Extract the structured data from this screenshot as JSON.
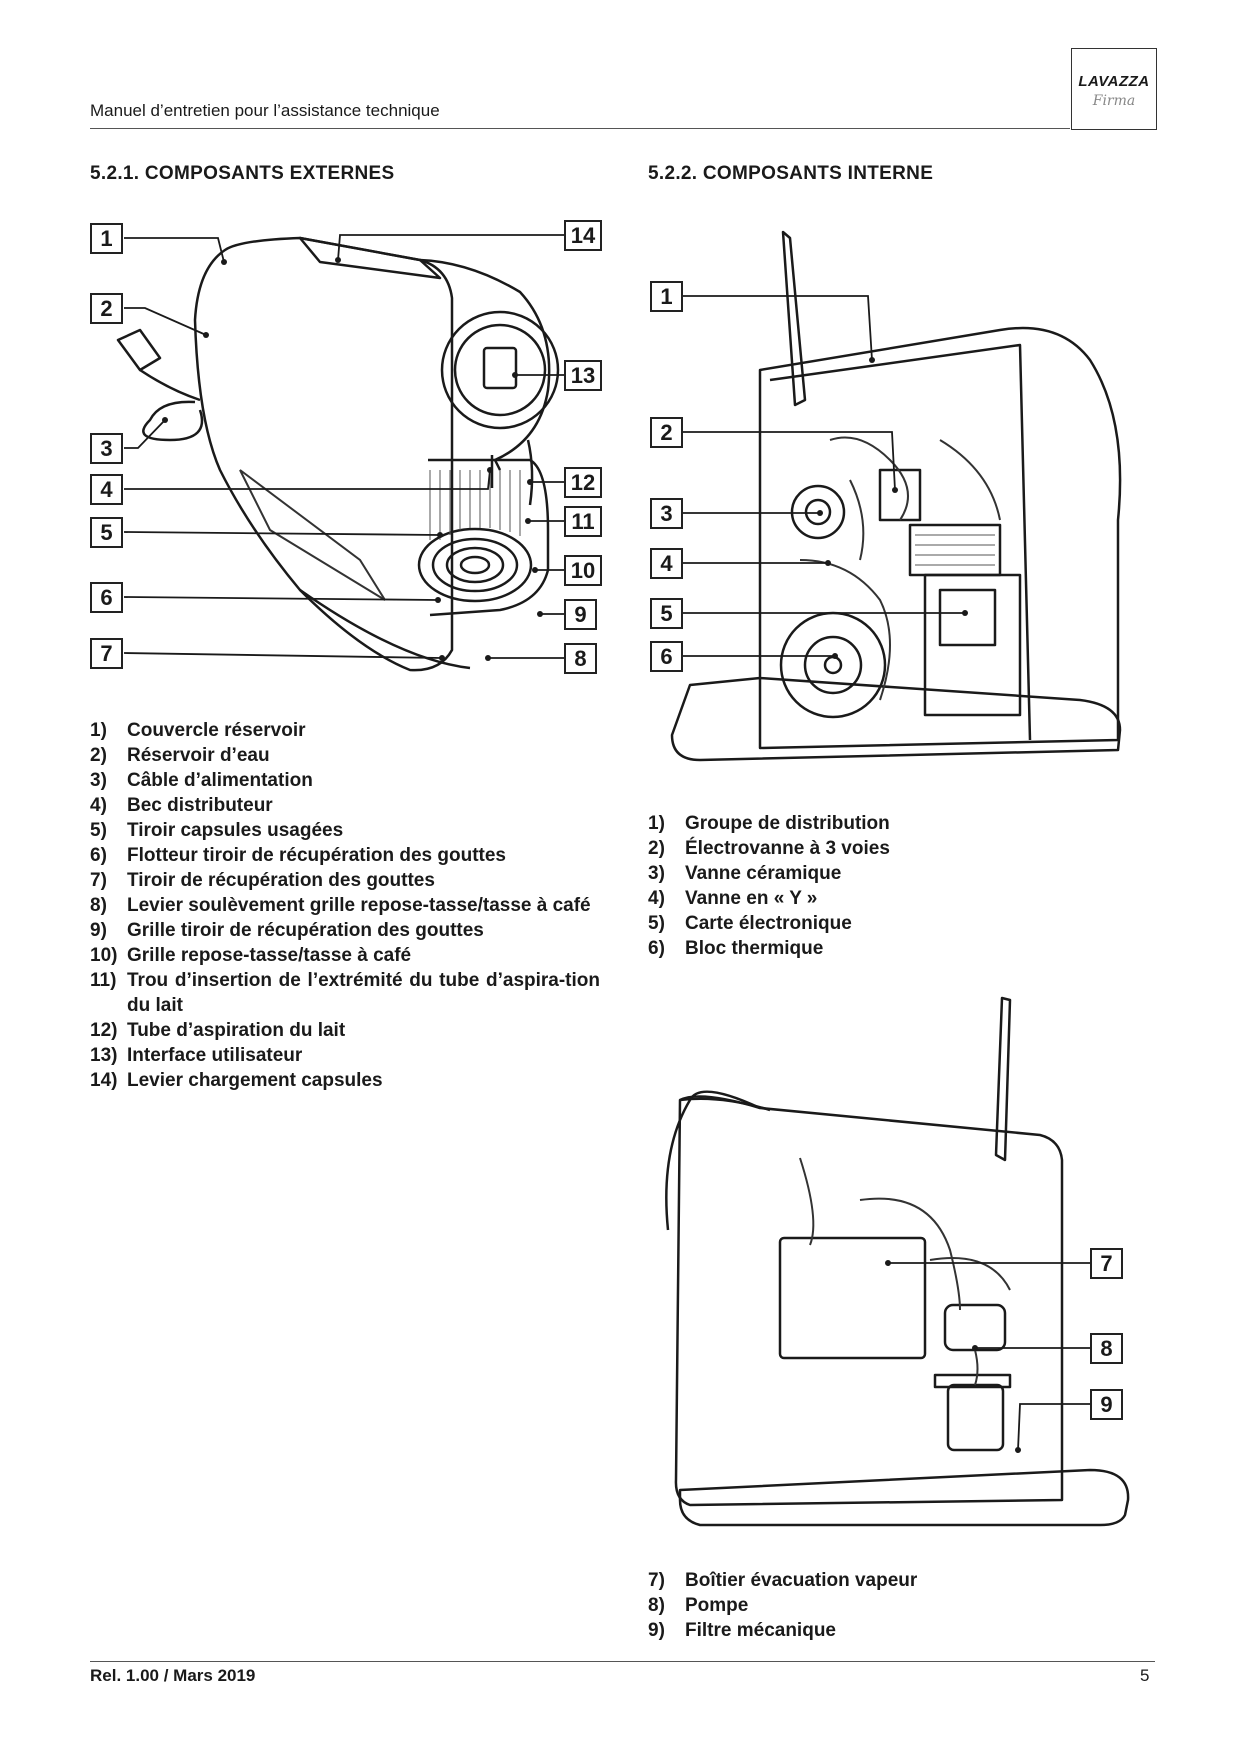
{
  "header": {
    "title": "Manuel d’entretien pour l’assistance technique",
    "logo_brand": "LAVAZZA",
    "logo_sub": "Firma"
  },
  "section_ext": {
    "title": "5.2.1. COMPOSANTS EXTERNES",
    "callouts": [
      "1",
      "2",
      "3",
      "4",
      "5",
      "6",
      "7",
      "14",
      "13",
      "12",
      "11",
      "10",
      "9",
      "8"
    ],
    "items": [
      {
        "num": "1)",
        "text": "Couvercle réservoir"
      },
      {
        "num": "2)",
        "text": "Réservoir d’eau"
      },
      {
        "num": "3)",
        "text": "Câble d’alimentation"
      },
      {
        "num": "4)",
        "text": "Bec distributeur"
      },
      {
        "num": "5)",
        "text": "Tiroir capsules usagées"
      },
      {
        "num": "6)",
        "text": "Flotteur tiroir de récupération des gouttes"
      },
      {
        "num": "7)",
        "text": "Tiroir de récupération des gouttes"
      },
      {
        "num": "8)",
        "text": "Levier soulèvement grille repose-tasse/tasse à café"
      },
      {
        "num": "9)",
        "text": "Grille tiroir de récupération des gouttes"
      },
      {
        "num": "10)",
        "text": "Grille repose-tasse/tasse à café"
      },
      {
        "num": "11)",
        "text": "Trou d’insertion de l’extrémité du tube d’aspira-tion du lait"
      },
      {
        "num": "12)",
        "text": "Tube d’aspiration du lait"
      },
      {
        "num": "13)",
        "text": "Interface utilisateur"
      },
      {
        "num": "14)",
        "text": "Levier chargement capsules"
      }
    ]
  },
  "section_int": {
    "title": "5.2.2. COMPOSANTS INTERNE",
    "callouts_top": [
      "1",
      "2",
      "3",
      "4",
      "5",
      "6"
    ],
    "callouts_bottom": [
      "7",
      "8",
      "9"
    ],
    "items_top": [
      {
        "num": "1)",
        "text": "Groupe de distribution"
      },
      {
        "num": "2)",
        "text": "Électrovanne à 3 voies"
      },
      {
        "num": "3)",
        "text": "Vanne céramique"
      },
      {
        "num": "4)",
        "text": "Vanne en « Y »"
      },
      {
        "num": "5)",
        "text": "Carte électronique"
      },
      {
        "num": "6)",
        "text": "Bloc thermique"
      }
    ],
    "items_bottom": [
      {
        "num": "7)",
        "text": "Boîtier évacuation vapeur"
      },
      {
        "num": "8)",
        "text": "Pompe"
      },
      {
        "num": "9)",
        "text": "Filtre mécanique"
      }
    ]
  },
  "footer": {
    "release": "Rel. 1.00 / Mars 2019",
    "page": "5"
  }
}
